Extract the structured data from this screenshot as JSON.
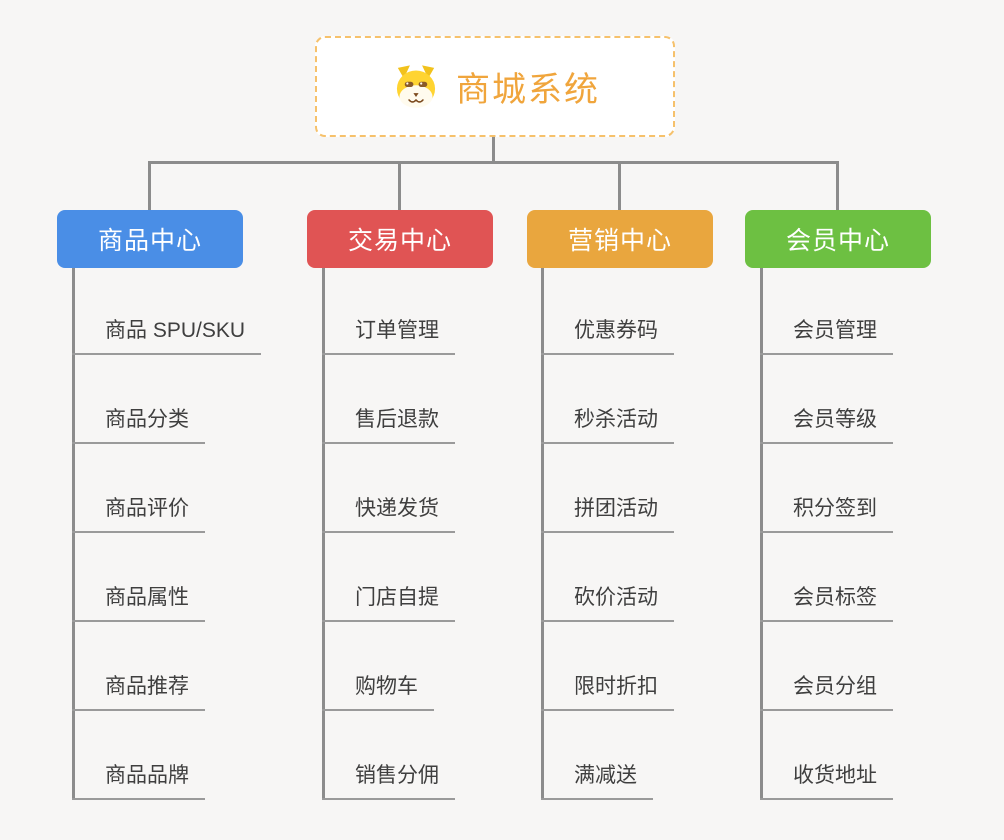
{
  "root": {
    "title": "商城系统",
    "icon": "dog-face-icon",
    "accent": "#f0a53c",
    "border_color": "#f6c16b"
  },
  "connector_color": "#8c8c8c",
  "underline_color": "#9a9a9a",
  "branches": [
    {
      "label": "商品中心",
      "color": "#4a8ee6",
      "items": [
        "商品 SPU/SKU",
        "商品分类",
        "商品评价",
        "商品属性",
        "商品推荐",
        "商品品牌"
      ]
    },
    {
      "label": "交易中心",
      "color": "#e05454",
      "items": [
        "订单管理",
        "售后退款",
        "快递发货",
        "门店自提",
        "购物车",
        "销售分佣"
      ]
    },
    {
      "label": "营销中心",
      "color": "#e9a63e",
      "items": [
        "优惠券码",
        "秒杀活动",
        "拼团活动",
        "砍价活动",
        "限时折扣",
        "满减送"
      ]
    },
    {
      "label": "会员中心",
      "color": "#6dc042",
      "items": [
        "会员管理",
        "会员等级",
        "积分签到",
        "会员标签",
        "会员分组",
        "收货地址"
      ]
    }
  ]
}
